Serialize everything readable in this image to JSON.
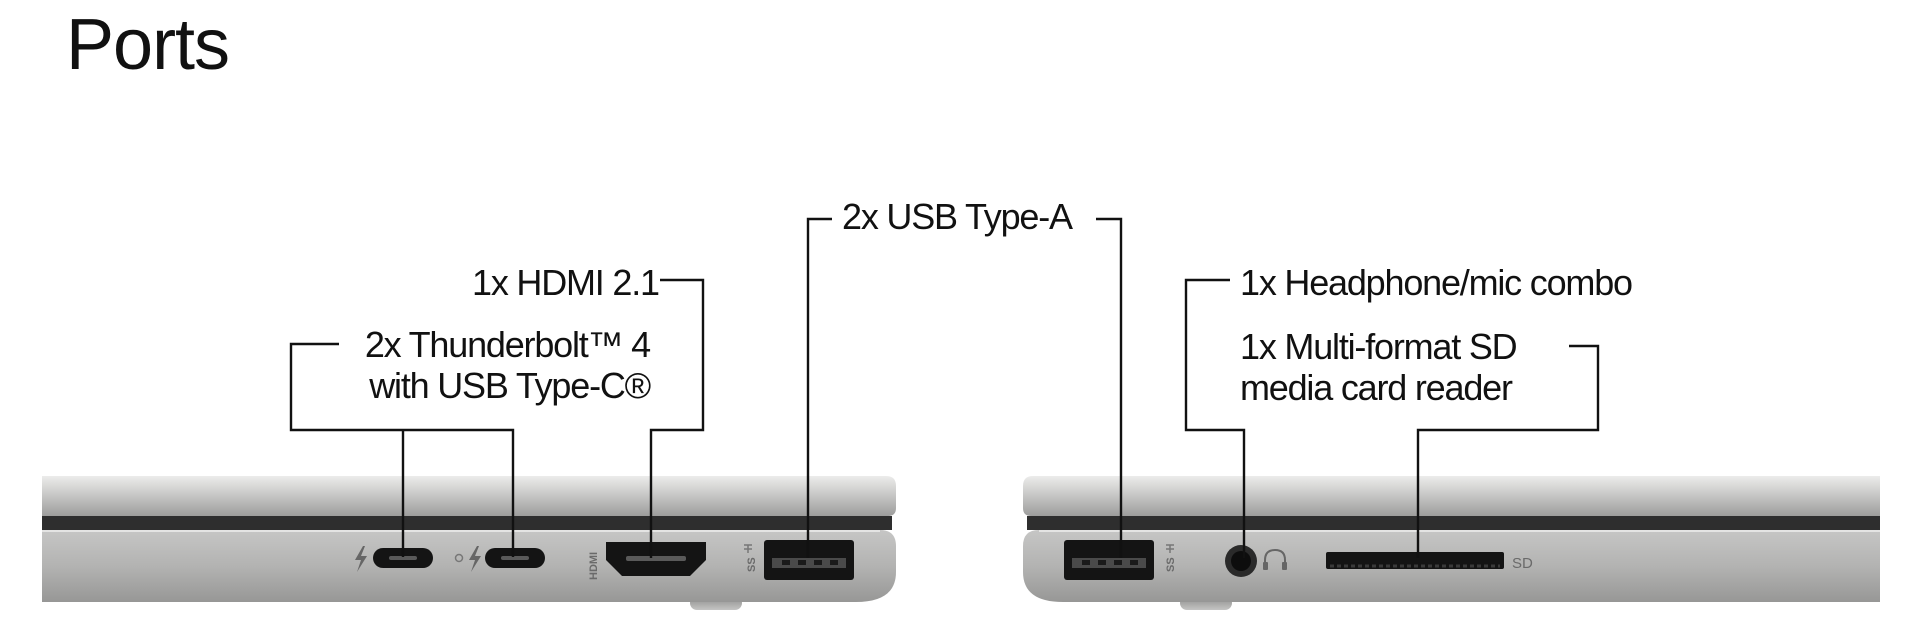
{
  "page": {
    "title": "Ports"
  },
  "labels": {
    "thunderbolt": {
      "line1": "2x Thunderbolt™ 4",
      "line2": "with USB Type-C®"
    },
    "hdmi": "1x HDMI 2.1",
    "usb_a": "2x USB Type-A",
    "headphone": "1x Headphone/mic combo",
    "sd": {
      "line1": "1x Multi-format SD",
      "line2": "media card reader"
    }
  },
  "port_marks": {
    "hdmi": "HDMI",
    "usb": "SS",
    "sd": "SD"
  },
  "icons": [
    "thunderbolt-icon",
    "usb-superspeed-icon",
    "headphone-icon"
  ],
  "colors": {
    "chassis_light": "#d9d9d8",
    "chassis_mid": "#b5b5b4",
    "chassis_dark": "#8f8f8e",
    "port": "#1a1a1a",
    "text": "#111111"
  }
}
